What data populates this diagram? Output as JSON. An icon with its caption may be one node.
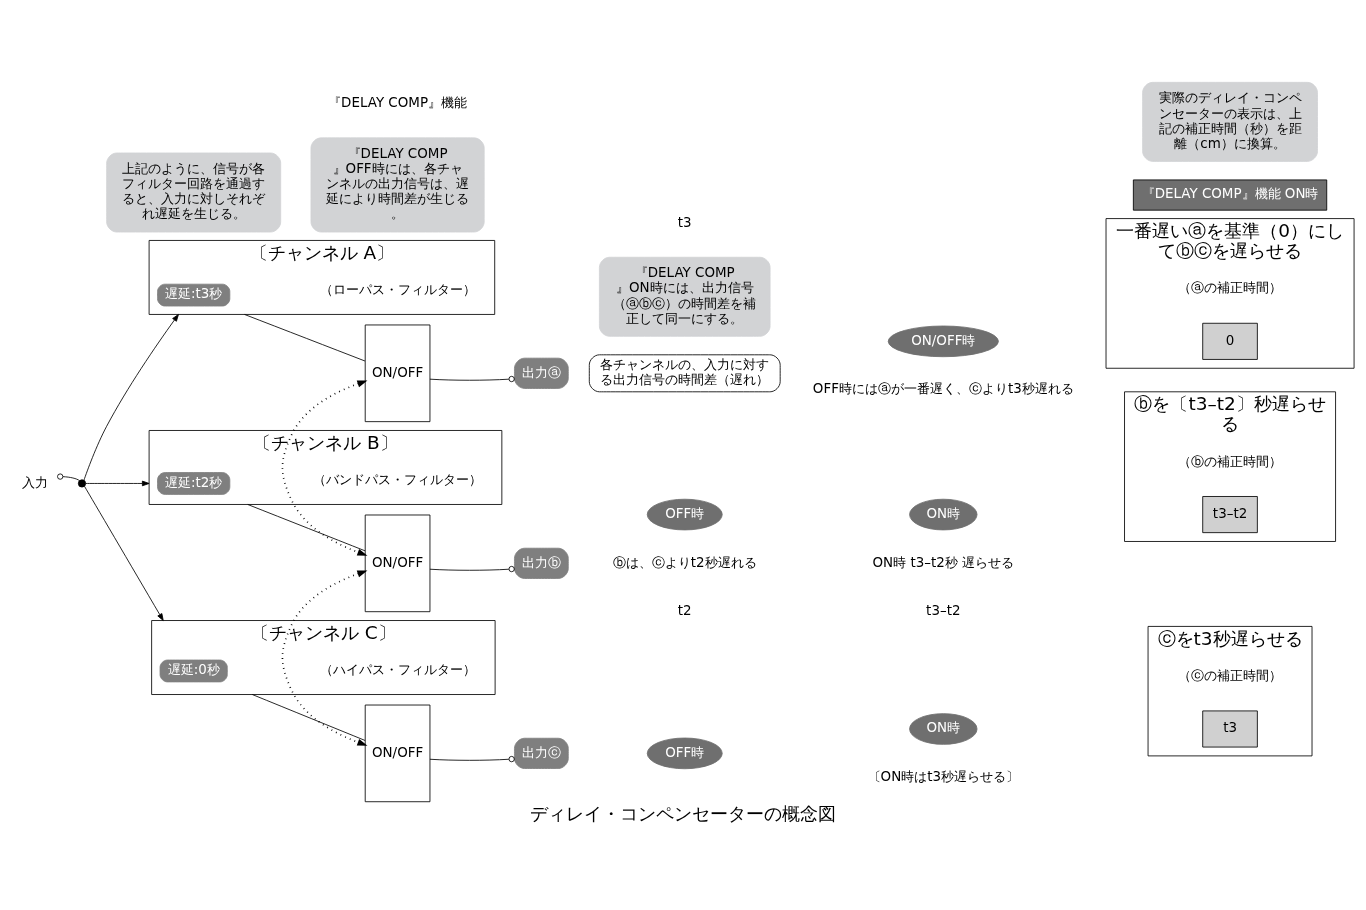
{
  "diagram": {
    "caption": "ディレイ・コンペンセーターの概念図",
    "nodes": [
      {
        "text": [
          "入力"
        ]
      },
      {
        "text": [],
        "shape": "circle"
      },
      {
        "text": [
          "〔チャンネル A〕"
        ],
        "beside": [
          "（ローパス・フィルター）"
        ]
      },
      {
        "text": [
          "遅延:t3秒"
        ],
        "in": 2
      },
      {
        "text": [
          "〔チャンネル B〕"
        ],
        "beside": [
          "（バンドパス・フィルター）"
        ]
      },
      {
        "text": [
          "遅延:t2秒"
        ],
        "in": 4
      },
      {
        "text": [
          "〔チャンネル C〕"
        ],
        "beside": [
          "（ハイパス・フィルター）"
        ]
      },
      {
        "text": [
          "遅延:0秒"
        ],
        "in": 6
      },
      {
        "text": [
          "ON/OFF"
        ]
      },
      {
        "text": [
          "ON/OFF"
        ]
      },
      {
        "text": [
          "ON/OFF"
        ]
      },
      {
        "text": [
          "出力ⓐ"
        ]
      },
      {
        "text": [
          "出力ⓑ"
        ]
      },
      {
        "text": [
          "出力ⓒ"
        ]
      },
      {
        "text": [
          "各チャンネルの、入力に対する出力信号の時間差（遅れ）"
        ]
      },
      {
        "text": [
          "ON/OFF時"
        ]
      },
      {
        "text": [
          "OFF時"
        ]
      },
      {
        "text": [
          "ON時"
        ]
      },
      {
        "text": [
          "OFF時"
        ]
      },
      {
        "text": [
          "ON時"
        ]
      },
      {
        "text": [
          "『DELAY COMP』機能 ON時"
        ]
      },
      {
        "text": [
          "一番遅いⓐを基準（0）にしてⓑⓒを遅らせる"
        ]
      },
      {
        "text": [
          "0"
        ],
        "in": 21,
        "beside": [
          "（ⓐの補正時間）"
        ]
      },
      {
        "text": [
          "ⓑを〔t3–t2〕秒遅らせる"
        ]
      },
      {
        "text": [
          "t3–t2"
        ],
        "in": 23,
        "beside": [
          "（ⓑの補正時間）"
        ]
      },
      {
        "text": [
          "ⓒをt3秒遅らせる"
        ]
      },
      {
        "text": [
          "t3"
        ],
        "in": 25,
        "beside": [
          "（ⓒの補正時間）"
        ]
      },
      {
        "text": [
          "上記のように、信号が各フィルター回路を通過すると、入力に対しそれぞれ遅延を生じる。"
        ]
      },
      {
        "text": [
          "『DELAY COMP』OFF時には、各チャンネルの出力信号は、遅延により時間差が生じる。"
        ]
      },
      {
        "text": [
          "『DELAY COMP』ON時には、出力信号（ⓐⓑⓒ）の時間差を補正して同一にする。"
        ]
      },
      {
        "text": [
          "実際のディレイ・コンペンセーターの表示は、上記の補正時間（秒）を距離（cm）に換算。"
        ]
      }
    ],
    "edges": [
      {
        "from": 1,
        "to": 0,
        "arrow": "other"
      },
      {
        "from": 1,
        "to": 2,
        "arrow": "to"
      },
      {
        "from": 1,
        "to": 4,
        "arrow": "to"
      },
      {
        "from": 1,
        "to": 6,
        "arrow": "to"
      },
      {
        "from": 2,
        "to": 8,
        "arrow": "none"
      },
      {
        "from": 4,
        "to": 9,
        "arrow": "none"
      },
      {
        "from": 6,
        "to": 10,
        "arrow": "none"
      },
      {
        "from": 8,
        "to": 11,
        "arrow": "other"
      },
      {
        "from": 9,
        "to": 12,
        "arrow": "other"
      },
      {
        "from": 10,
        "to": 13,
        "arrow": "other"
      },
      {
        "from": 8,
        "to": 9,
        "arrow": "both",
        "style": "dashed"
      },
      {
        "from": 9,
        "to": 10,
        "arrow": "both",
        "style": "dashed"
      }
    ],
    "labels": [
      "『DELAY COMP』機能",
      "OFF時にはⓐが一番遅く、ⓒよりt3秒遅れる",
      "ⓑは、ⓒよりt2秒遅れる",
      "ON時 t3–t2秒 遅らせる",
      "t2",
      "t3–t2",
      "〔ON時はt3秒遅らせる〕",
      "t3"
    ]
  }
}
